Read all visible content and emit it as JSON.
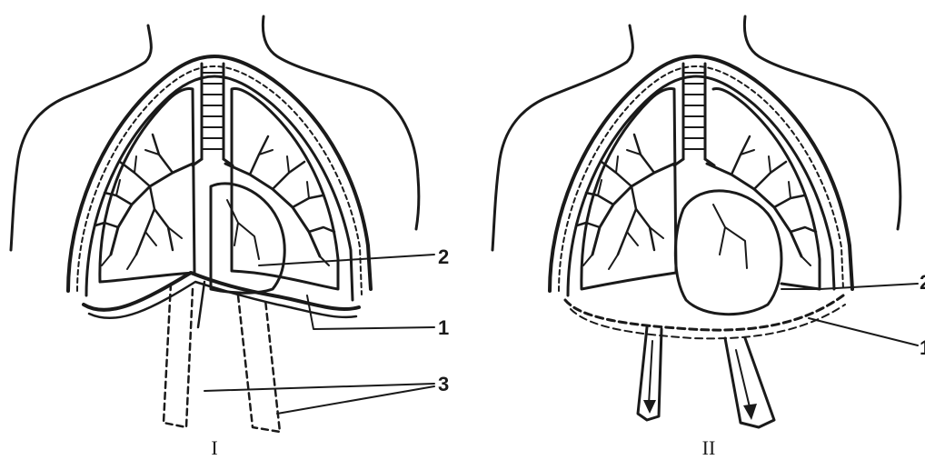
{
  "panels": [
    {
      "caption": "I",
      "labels": [
        "2",
        "1",
        "3"
      ]
    },
    {
      "caption": "II",
      "labels": [
        "2",
        "1"
      ]
    }
  ]
}
